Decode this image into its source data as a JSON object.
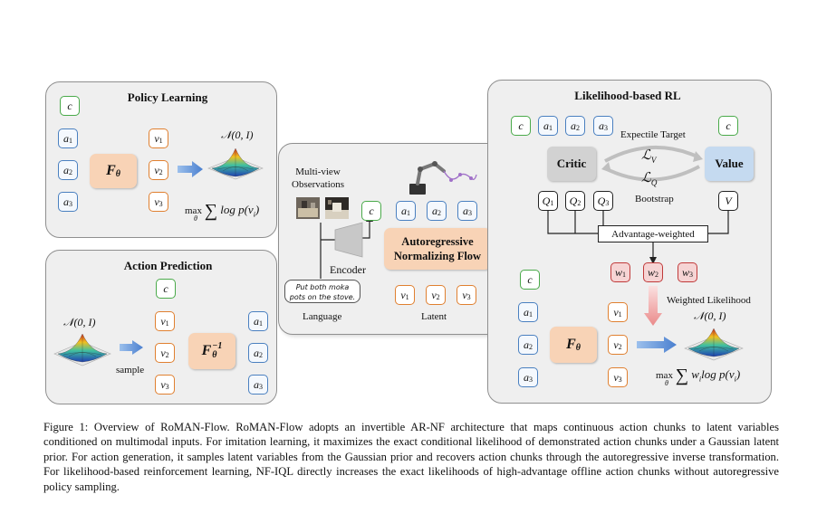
{
  "policy_learning": {
    "title": "Policy Learning",
    "c": "c",
    "actions": [
      "a",
      "a",
      "a"
    ],
    "action_subs": [
      "1",
      "2",
      "3"
    ],
    "latents": [
      "v",
      "v",
      "v"
    ],
    "latent_subs": [
      "1",
      "2",
      "3"
    ],
    "f_main": "F",
    "f_sub": "θ",
    "normal": "𝒩(0, I)",
    "objective_max": "max",
    "objective_sub": "θ",
    "objective_sum": "∑",
    "objective_term": "log p(v",
    "objective_idx": "i",
    "objective_end": ")"
  },
  "action_prediction": {
    "title": "Action Prediction",
    "c": "c",
    "normal": "𝒩(0, I)",
    "sample_label": "sample",
    "latents": [
      "v",
      "v",
      "v"
    ],
    "latent_subs": [
      "1",
      "2",
      "3"
    ],
    "actions": [
      "a",
      "a",
      "a"
    ],
    "action_subs": [
      "1",
      "2",
      "3"
    ],
    "f_main": "F",
    "f_sub": "θ",
    "f_sup": "−1"
  },
  "center": {
    "obs_label_1": "Multi-view",
    "obs_label_2": "Observations",
    "c": "c",
    "actions": [
      "a",
      "a",
      "a"
    ],
    "action_subs": [
      "1",
      "2",
      "3"
    ],
    "encoder_label": "Encoder",
    "flow_line_1": "Autoregressive",
    "flow_line_2": "Normalizing Flow",
    "instruction_1": "Put both moka",
    "instruction_2": "pots on the stove.",
    "language_label": "Language",
    "latents": [
      "v",
      "v",
      "v"
    ],
    "latent_subs": [
      "1",
      "2",
      "3"
    ],
    "latent_label": "Latent"
  },
  "likelihood_rl": {
    "title": "Likelihood-based RL",
    "c": "c",
    "actions_top": [
      "a",
      "a",
      "a"
    ],
    "action_subs": [
      "1",
      "2",
      "3"
    ],
    "critic_label": "Critic",
    "value_label": "Value",
    "expectile_label": "Expectile Target",
    "bootstrap_label": "Bootstrap",
    "lv_main": "ℒ",
    "lv_sub": "V",
    "lq_main": "ℒ",
    "lq_sub": "Q",
    "qs": [
      "Q",
      "Q",
      "Q"
    ],
    "q_subs": [
      "1",
      "2",
      "3"
    ],
    "v_out": "V",
    "advantage_label": "Advantage-weighted",
    "ws": [
      "w",
      "w",
      "w"
    ],
    "w_subs": [
      "1",
      "2",
      "3"
    ],
    "weighted_label": "Weighted Likelihood",
    "normal": "𝒩(0, I)",
    "c2": "c",
    "actions_bottom": [
      "a",
      "a",
      "a"
    ],
    "latents": [
      "v",
      "v",
      "v"
    ],
    "latent_subs": [
      "1",
      "2",
      "3"
    ],
    "f_main": "F",
    "f_sub": "θ",
    "objective_max": "max",
    "objective_sub": "θ",
    "objective_sum": "∑",
    "objective_w": "w",
    "objective_term": "log p(v",
    "objective_idx": "i",
    "objective_end": ")"
  },
  "caption": "Figure 1: Overview of RoMAN-Flow. RoMAN-Flow adopts an invertible AR-NF architecture that maps continuous action chunks to latent variables conditioned on multimodal inputs. For imitation learning, it maximizes the exact conditional likelihood of demonstrated action chunks under a Gaussian latent prior. For action generation, it samples latent variables from the Gaussian prior and recovers action chunks through the autoregressive inverse transformation. For likelihood-based reinforcement learning, NF-IQL directly increases the exact likelihoods of high-advantage offline action chunks without autoregressive policy sampling.",
  "colors": {
    "panel_bg": "#efefef",
    "c_border": "#4aaa4a",
    "a_border": "#4a80c0",
    "v_border": "#e08030",
    "f_fill": "#f8d3b6",
    "critic_fill": "#d2d2d2",
    "value_fill": "#c5daf0",
    "w_fill": "#f6d4d4",
    "arrow_blue": "#6a9ad8"
  }
}
